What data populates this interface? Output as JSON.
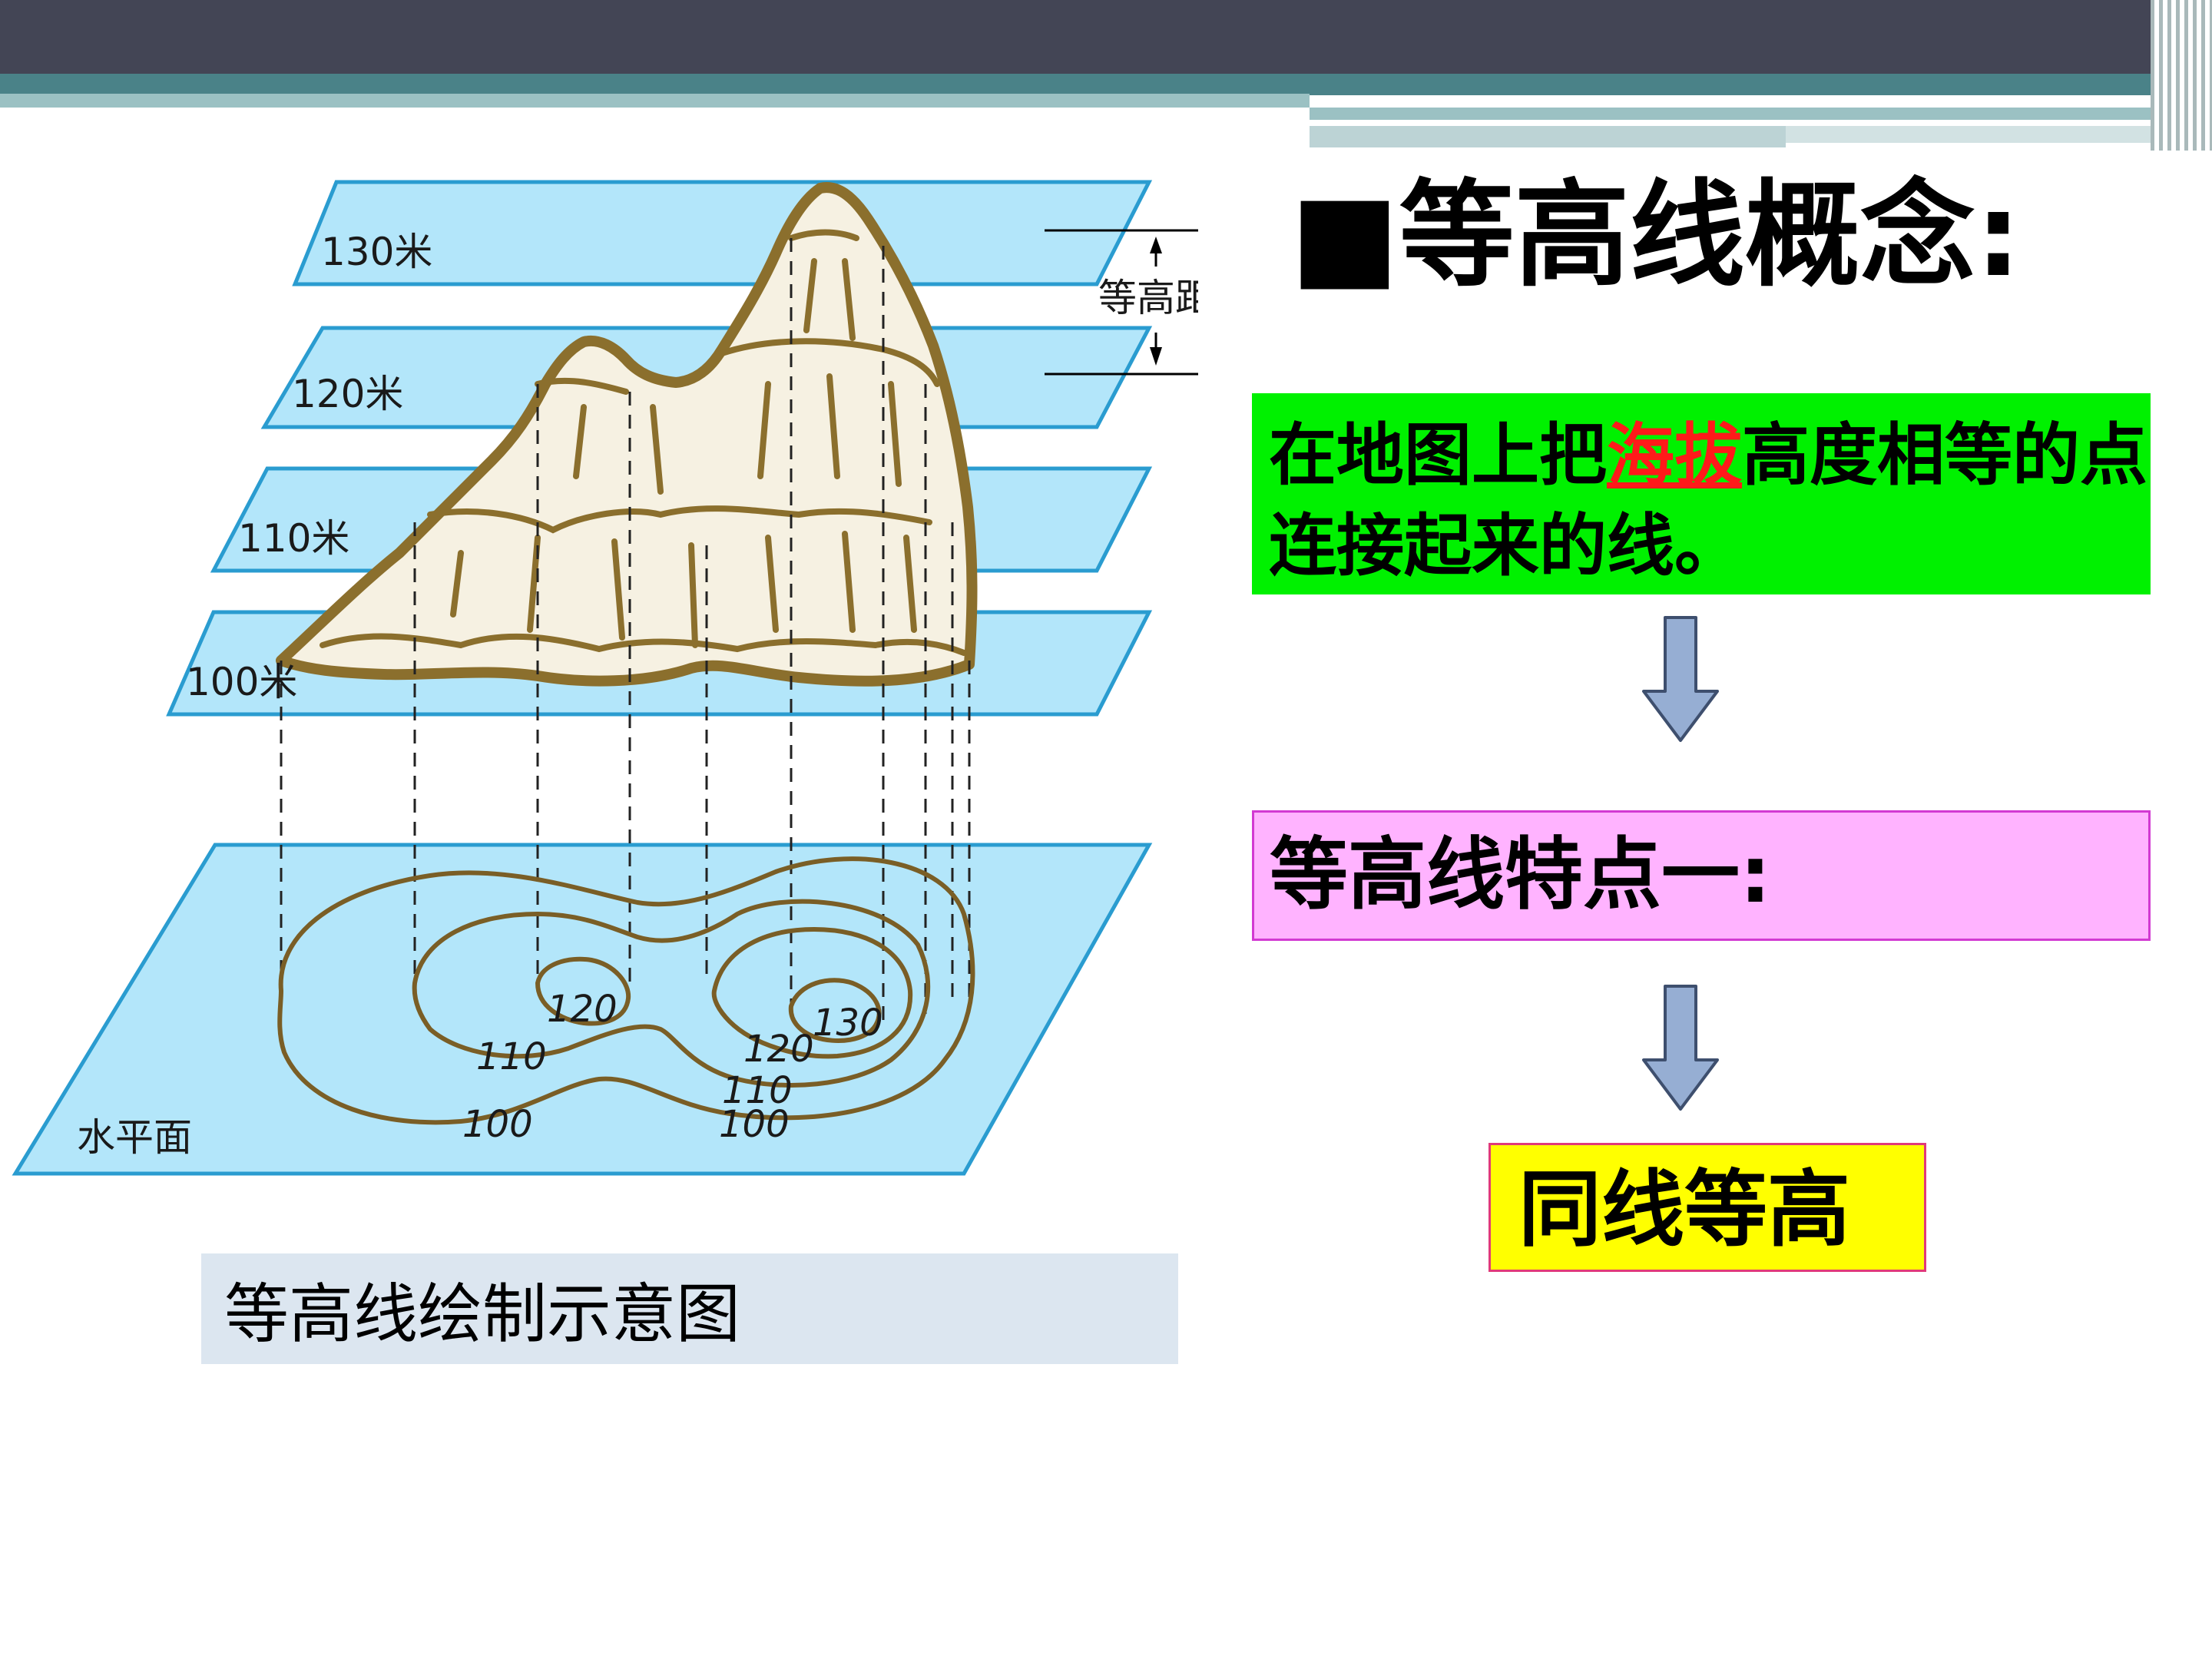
{
  "diagram": {
    "plane_labels": [
      "130米",
      "120米",
      "110米",
      "100米"
    ],
    "interval_label": "等高距",
    "base_label": "水平面",
    "contour_labels": [
      "120",
      "130",
      "110",
      "120",
      "110",
      "100",
      "100"
    ]
  },
  "caption": "等高线绘制示意图",
  "right": {
    "title_marker": "■",
    "title": "等高线概念:",
    "definition_pre": "在地图上把",
    "definition_hl": "海拔",
    "definition_post": "高度相等的点连接起来的线。",
    "feature_label": "等高线特点一:",
    "conclusion": "同线等高"
  },
  "colors": {
    "plane_fill": "#b3e6fa",
    "plane_edge": "#2a9cd0",
    "mountain": "#8b6f2d",
    "definition_bg": "#00f100",
    "feature_bg": "#ffb3ff",
    "conclusion_bg": "#ffff00",
    "arrow_fill": "#96aed3"
  }
}
